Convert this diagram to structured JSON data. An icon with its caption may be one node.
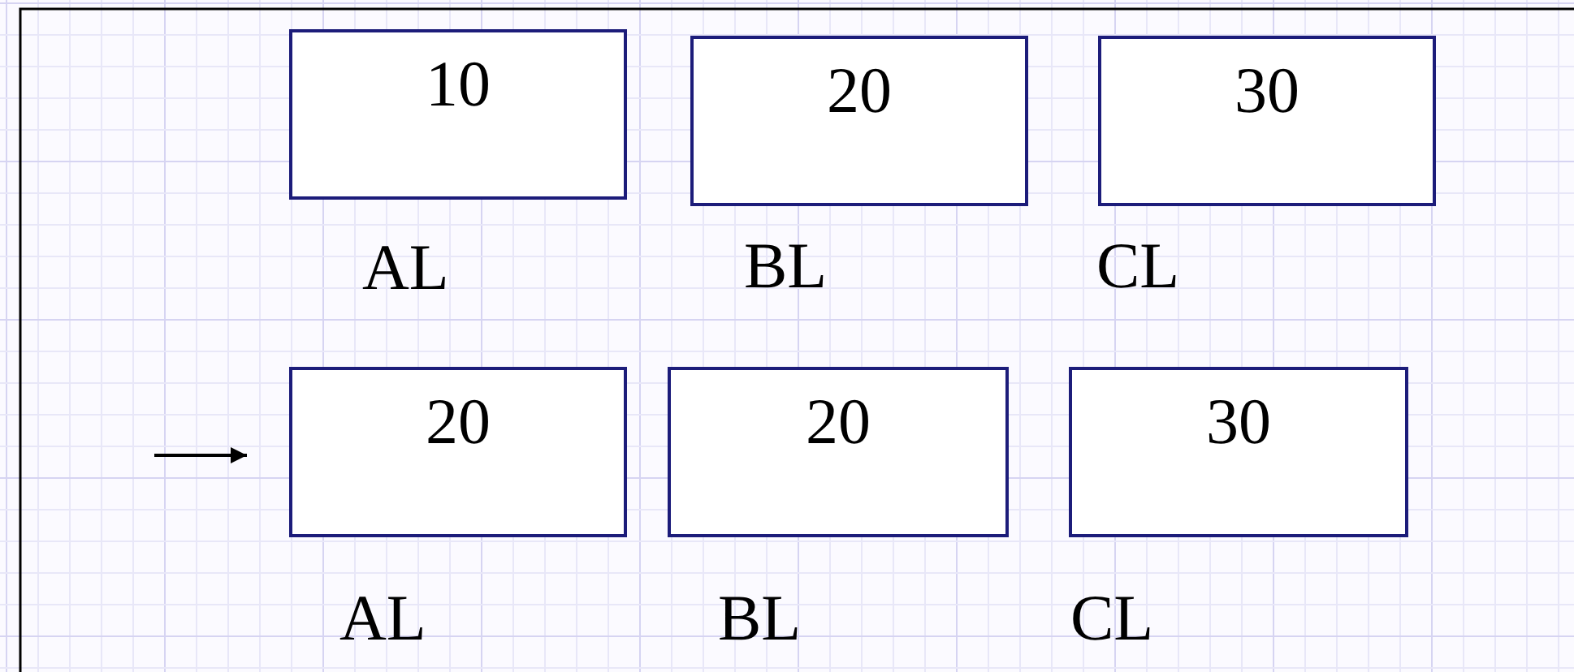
{
  "diagram": {
    "nodes": [
      {
        "text": [
          "10"
        ],
        "beside": [
          "AL"
        ]
      },
      {
        "text": [
          "20"
        ],
        "beside": [
          "BL"
        ]
      },
      {
        "text": [
          "30"
        ],
        "beside": [
          "CL"
        ]
      },
      {
        "text": [
          "20"
        ],
        "beside": [
          "AL"
        ]
      },
      {
        "text": [
          "20"
        ],
        "beside": [
          "BL"
        ]
      },
      {
        "text": [
          "30"
        ],
        "beside": [
          "CL"
        ]
      }
    ],
    "edges": [
      {
        "from": null,
        "to": 3,
        "arrow": "to"
      }
    ]
  }
}
